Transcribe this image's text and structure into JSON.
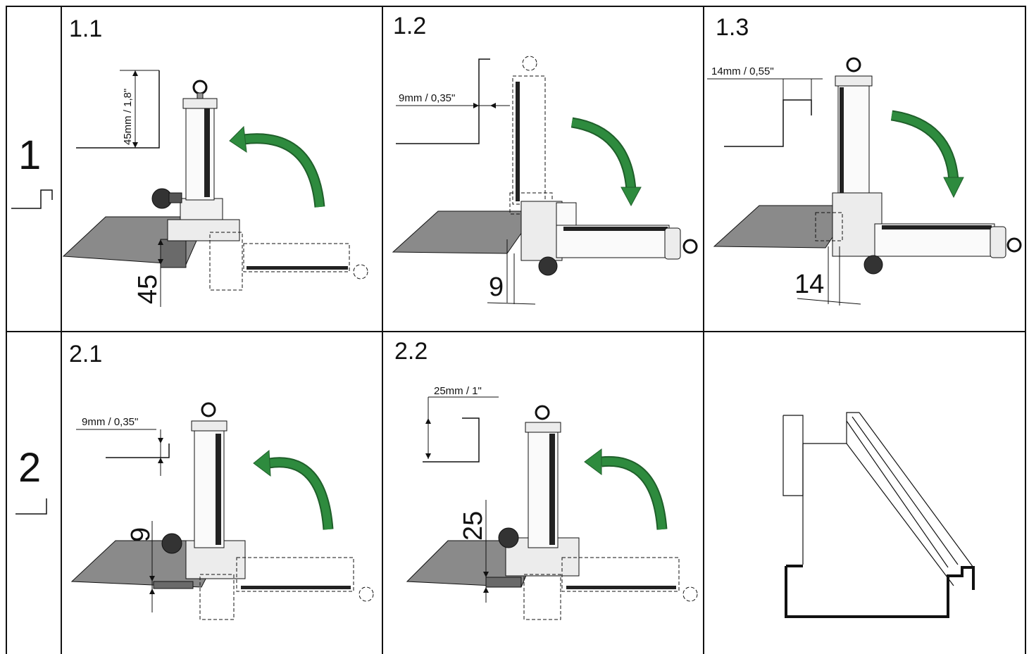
{
  "rows": [
    {
      "number": "1"
    },
    {
      "number": "2"
    }
  ],
  "panels": {
    "p11": {
      "title": "1.1",
      "flange_label": "45mm / 1,8\"",
      "gauge_value": "45"
    },
    "p12": {
      "title": "1.2",
      "flange_label": "9mm / 0,35\"",
      "gauge_value": "9"
    },
    "p13": {
      "title": "1.3",
      "flange_label": "14mm / 0,55\"",
      "gauge_value": "14"
    },
    "p21": {
      "title": "2.1",
      "flange_label": "9mm / 0,35\"",
      "gauge_value": "9"
    },
    "p22": {
      "title": "2.2",
      "flange_label": "25mm / 1\"",
      "gauge_value": "25"
    }
  },
  "colors": {
    "arrow": "#2e8b3e",
    "arrow_dark": "#1f5f2a",
    "sheet": "#8a8a8a",
    "knob": "#333333",
    "line": "#111111"
  },
  "icons": {
    "rotate_arrow": "curved-arrow-icon",
    "bend_profile": "bend-profile-icon",
    "finished_part": "z-profile-icon"
  }
}
